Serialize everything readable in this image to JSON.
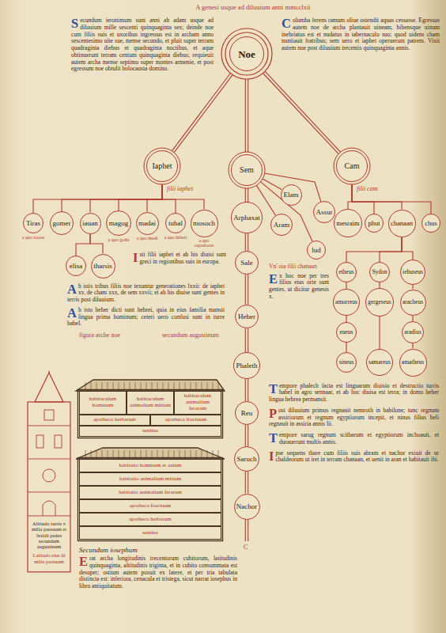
{
  "diagram": {
    "nodes": [
      {
        "text": [
          "Noe"
        ]
      },
      {
        "text": [
          "Iaphet"
        ]
      },
      {
        "text": [
          "Sem"
        ]
      },
      {
        "text": [
          "Cam"
        ]
      },
      {
        "text": [
          "Tiras"
        ]
      },
      {
        "text": [
          "gomer"
        ]
      },
      {
        "text": [
          "iauan"
        ]
      },
      {
        "text": [
          "magog"
        ]
      },
      {
        "text": [
          "madai"
        ]
      },
      {
        "text": [
          "tubal"
        ]
      },
      {
        "text": [
          "mosoch"
        ]
      },
      {
        "text": [
          "Arphaxat"
        ]
      },
      {
        "text": [
          "Elam"
        ]
      },
      {
        "text": [
          "Assur"
        ]
      },
      {
        "text": [
          "Aram"
        ]
      },
      {
        "text": [
          "lud"
        ]
      },
      {
        "text": [
          "mesraim"
        ]
      },
      {
        "text": [
          "phut"
        ]
      },
      {
        "text": [
          "chanaan"
        ]
      },
      {
        "text": [
          "chus"
        ]
      },
      {
        "text": [
          "elisa"
        ]
      },
      {
        "text": [
          "tharsis"
        ]
      },
      {
        "text": [
          "Sale"
        ]
      },
      {
        "text": [
          "etheus"
        ]
      },
      {
        "text": [
          "Sydon"
        ]
      },
      {
        "text": [
          "iebuseus"
        ]
      },
      {
        "text": [
          "amorreus"
        ]
      },
      {
        "text": [
          "gergeseus"
        ]
      },
      {
        "text": [
          "aracheus"
        ]
      },
      {
        "text": [
          "eueus"
        ]
      },
      {
        "text": [
          "aradius"
        ]
      },
      {
        "text": [
          "sineus"
        ]
      },
      {
        "text": [
          "samareus"
        ]
      },
      {
        "text": [
          "amatheus"
        ]
      },
      {
        "text": [
          "Heber"
        ]
      },
      {
        "text": [
          "Phaleth"
        ]
      },
      {
        "text": [
          "Reu"
        ]
      },
      {
        "text": [
          "Saruch"
        ]
      },
      {
        "text": [
          "Nachor"
        ]
      },
      {
        "text": [
          "habitaculum hominum"
        ]
      },
      {
        "text": [
          "habitaculum animalium mitium"
        ]
      },
      {
        "text": [
          "habitaculum animalium ferarum"
        ]
      },
      {
        "text": [
          "apotheca herbarum"
        ]
      },
      {
        "text": [
          "apotheca fructuum"
        ]
      },
      {
        "text": [
          "sentina"
        ]
      },
      {
        "text": [
          "habitatio hominum et auium"
        ]
      },
      {
        "text": [
          "habitatio animalium mitium"
        ]
      },
      {
        "text": [
          "habitatio animalium ferarum"
        ]
      },
      {
        "text": [
          "apotheca fructuum"
        ]
      },
      {
        "text": [
          "apotheca herbarum"
        ]
      },
      {
        "text": [
          "sentina"
        ]
      },
      {
        "text": [
          "Altitudo turris v milia passuum et lxxiiii pedes secundum augustinum",
          "Latitudo eius iii milia passuum"
        ]
      }
    ],
    "edges": [
      {
        "from": 0,
        "to": 1,
        "arrow": "none"
      },
      {
        "from": 0,
        "to": 2,
        "arrow": "none"
      },
      {
        "from": 0,
        "to": 3,
        "arrow": "none"
      },
      {
        "from": 1,
        "to": 4,
        "arrow": "none"
      },
      {
        "from": 1,
        "to": 5,
        "arrow": "none"
      },
      {
        "from": 1,
        "to": 6,
        "arrow": "none"
      },
      {
        "from": 1,
        "to": 7,
        "arrow": "none"
      },
      {
        "from": 1,
        "to": 8,
        "arrow": "none"
      },
      {
        "from": 1,
        "to": 9,
        "arrow": "none"
      },
      {
        "from": 1,
        "to": 10,
        "arrow": "none"
      },
      {
        "from": 2,
        "to": 11,
        "arrow": "none"
      },
      {
        "from": 2,
        "to": 12,
        "arrow": "none"
      },
      {
        "from": 2,
        "to": 13,
        "arrow": "none"
      },
      {
        "from": 2,
        "to": 14,
        "arrow": "none"
      },
      {
        "from": 2,
        "to": 15,
        "arrow": "none"
      },
      {
        "from": 3,
        "to": 16,
        "arrow": "none"
      },
      {
        "from": 3,
        "to": 17,
        "arrow": "none"
      },
      {
        "from": 3,
        "to": 18,
        "arrow": "none"
      },
      {
        "from": 3,
        "to": 19,
        "arrow": "none"
      },
      {
        "from": 6,
        "to": 20,
        "arrow": "none"
      },
      {
        "from": 6,
        "to": 21,
        "arrow": "none"
      },
      {
        "from": 11,
        "to": 22,
        "arrow": "none"
      },
      {
        "from": 22,
        "to": 34,
        "arrow": "none"
      },
      {
        "from": 34,
        "to": 35,
        "arrow": "none"
      },
      {
        "from": 35,
        "to": 36,
        "arrow": "none"
      },
      {
        "from": 36,
        "to": 37,
        "arrow": "none"
      },
      {
        "from": 37,
        "to": 38,
        "arrow": "none"
      },
      {
        "from": 18,
        "to": 23,
        "arrow": "none"
      },
      {
        "from": 18,
        "to": 24,
        "arrow": "none"
      },
      {
        "from": 18,
        "to": 25,
        "arrow": "none"
      },
      {
        "from": 23,
        "to": 26,
        "arrow": "none"
      },
      {
        "from": 26,
        "to": 29,
        "arrow": "none"
      },
      {
        "from": 29,
        "to": 31,
        "arrow": "none"
      },
      {
        "from": 24,
        "to": 27,
        "arrow": "none"
      },
      {
        "from": 27,
        "to": 32,
        "arrow": "none"
      },
      {
        "from": 25,
        "to": 28,
        "arrow": "none"
      },
      {
        "from": 28,
        "to": 30,
        "arrow": "none"
      },
      {
        "from": 30,
        "to": 33,
        "arrow": "none"
      }
    ],
    "labels": [
      "A genesi usque ad diluuium anni mmcclxii",
      "filii iaphet",
      "filii cam",
      "a quo traces",
      "a quo gothi",
      "a quo medi",
      "a quo hiberi",
      "a quo capadoces",
      "Secundum ieronimum sunt anni ab adam usque ad diluuium mille sescenti quinquaginta sex; deinde noe cum filiis suis et uxoribus ingressus est in archam anno sescentesimo uite sue, mense secundo, et pluit super terram quadraginta diebus et quadraginta noctibus, et aque obtinuerunt terram centum quinquaginta diebus; requieuit autem archa mense septimo super montes armenie, et post egressum noe obtulit holocausta domino.",
      "Columba ferens ramum oliue ostendit aquas cessasse. Egressus autem noe de archa plantauit uineam, bibensque uinum inebriatus est et nudatus in tabernaculo suo; quod uidens cham nuntiauit fratribus; sem uero et iaphet operuerunt patrem. Vixit autem noe post diluuium trecentis quinquaginta annis.",
      "Isti filii iaphet et ab his diuisi sunt greci in regionibus suis in europa.",
      "Ab istis tribus filiis noe texuntur generationes lxxii: de iaphet xv, de cham xxx, de sem xxvii; et ab his diuise sunt gentes in terris post diluuium.",
      "Ab isto heber dicti sunt hebrei, quia in eius familia mansit lingua prima hominum; ceteri uero confusi sunt in turre babel.",
      "Vn' oia filii chanaan",
      "Ex hoc noe per tres filios eius orte sunt gentes, ut dicitur genesis x.",
      "Tempore phalech facta est linguarum diuisio et destructio turris babel in agro sennaar, et ab hoc diuisa est terra; in domo heber lingua hebrea permansit.",
      "Post diluuium primus regnauit nemroth in babilone; tunc regnum assiriorum et regnum egyptiorum incepit, et ninus filius beli regnauit in assiria annis lii.",
      "Tempore sarug regnum scitharum et egyptiorum inchoauit, et durauerunt multis annis.",
      "Ipse sequens thare cum filiis suis abram et nachor exiuit de ur chaldeorum ut iret in terram chanaan, et uenit in aran et habitauit ibi.",
      "figura arche noe",
      "secundum augustinum",
      "Secundum iosephum",
      "Erat archa longitudinis trecentorum cubitorum, latitudinis quinquaginta, altitudinis triginta, et in cubito consummata est desuper; ostium autem posuit ex latere, et per tria tabulata distincta est: inferiora, cenacula et tristega, sicut narrat iosephus in libro antiquitatum.",
      "C"
    ]
  }
}
